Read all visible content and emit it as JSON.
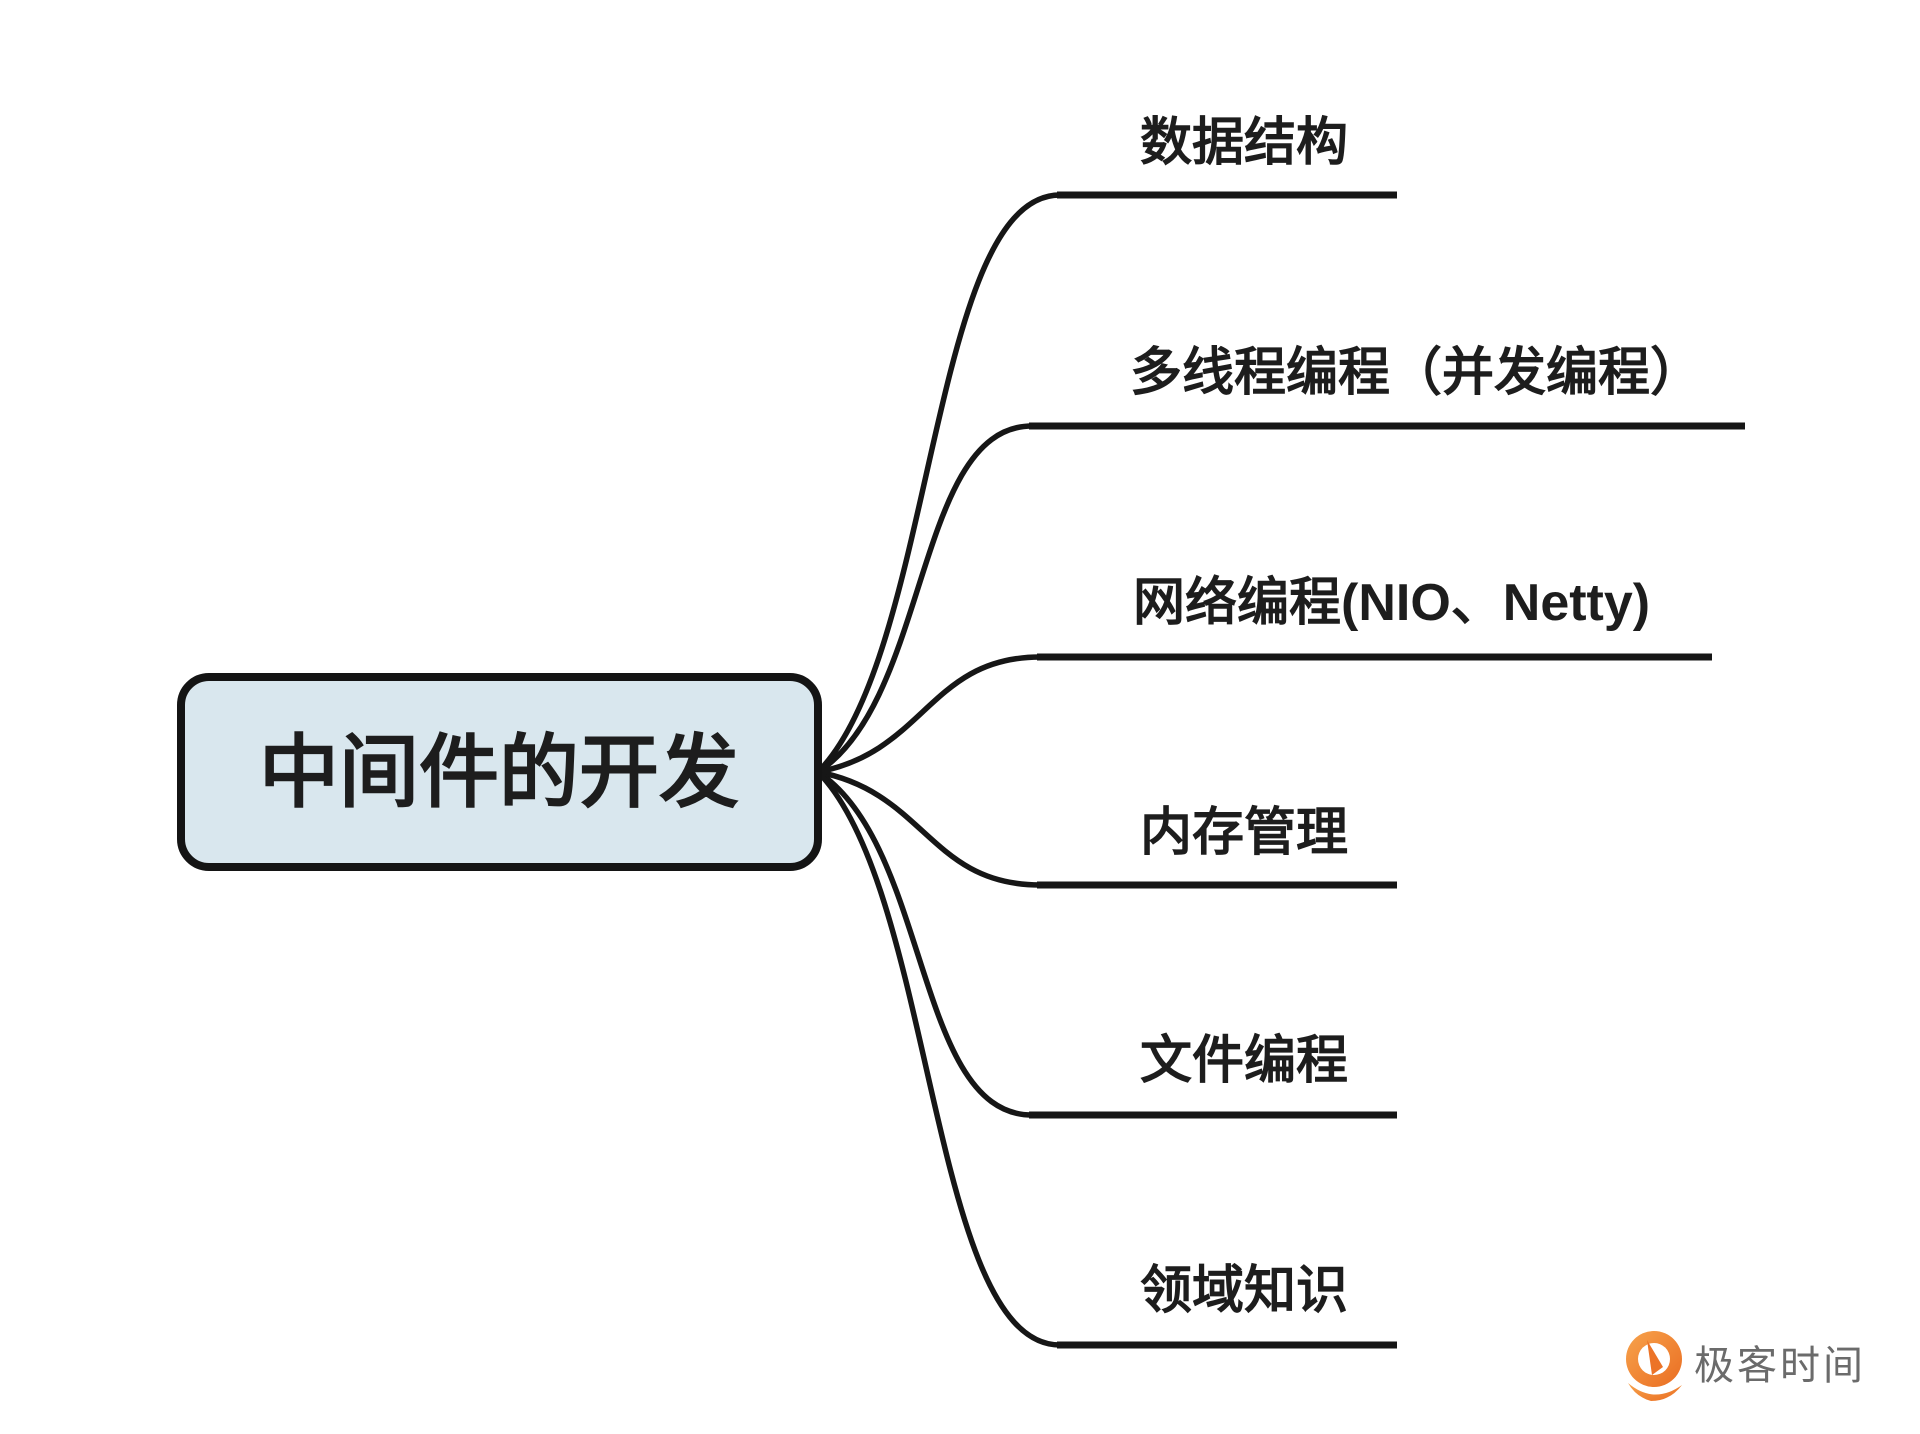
{
  "diagram": {
    "type": "mindmap",
    "root": {
      "label": "中间件的开发"
    },
    "branches": [
      {
        "label": "数据结构"
      },
      {
        "label": "多线程编程（并发编程）"
      },
      {
        "label": "网络编程(NIO、Netty)"
      },
      {
        "label": "内存管理"
      },
      {
        "label": "文件编程"
      },
      {
        "label": "领域知识"
      }
    ]
  },
  "colors": {
    "background": "#ffffff",
    "node_fill": "#d9e7ee",
    "node_border": "#141414",
    "line": "#161616",
    "text": "#1d1d1d",
    "logo_orange": "#ed7527",
    "logo_orange_light": "#f7a34c",
    "logo_gray": "#6b6b6b"
  },
  "logo": {
    "label": "极客时间",
    "icon": "geektime-pin-clock-icon"
  }
}
